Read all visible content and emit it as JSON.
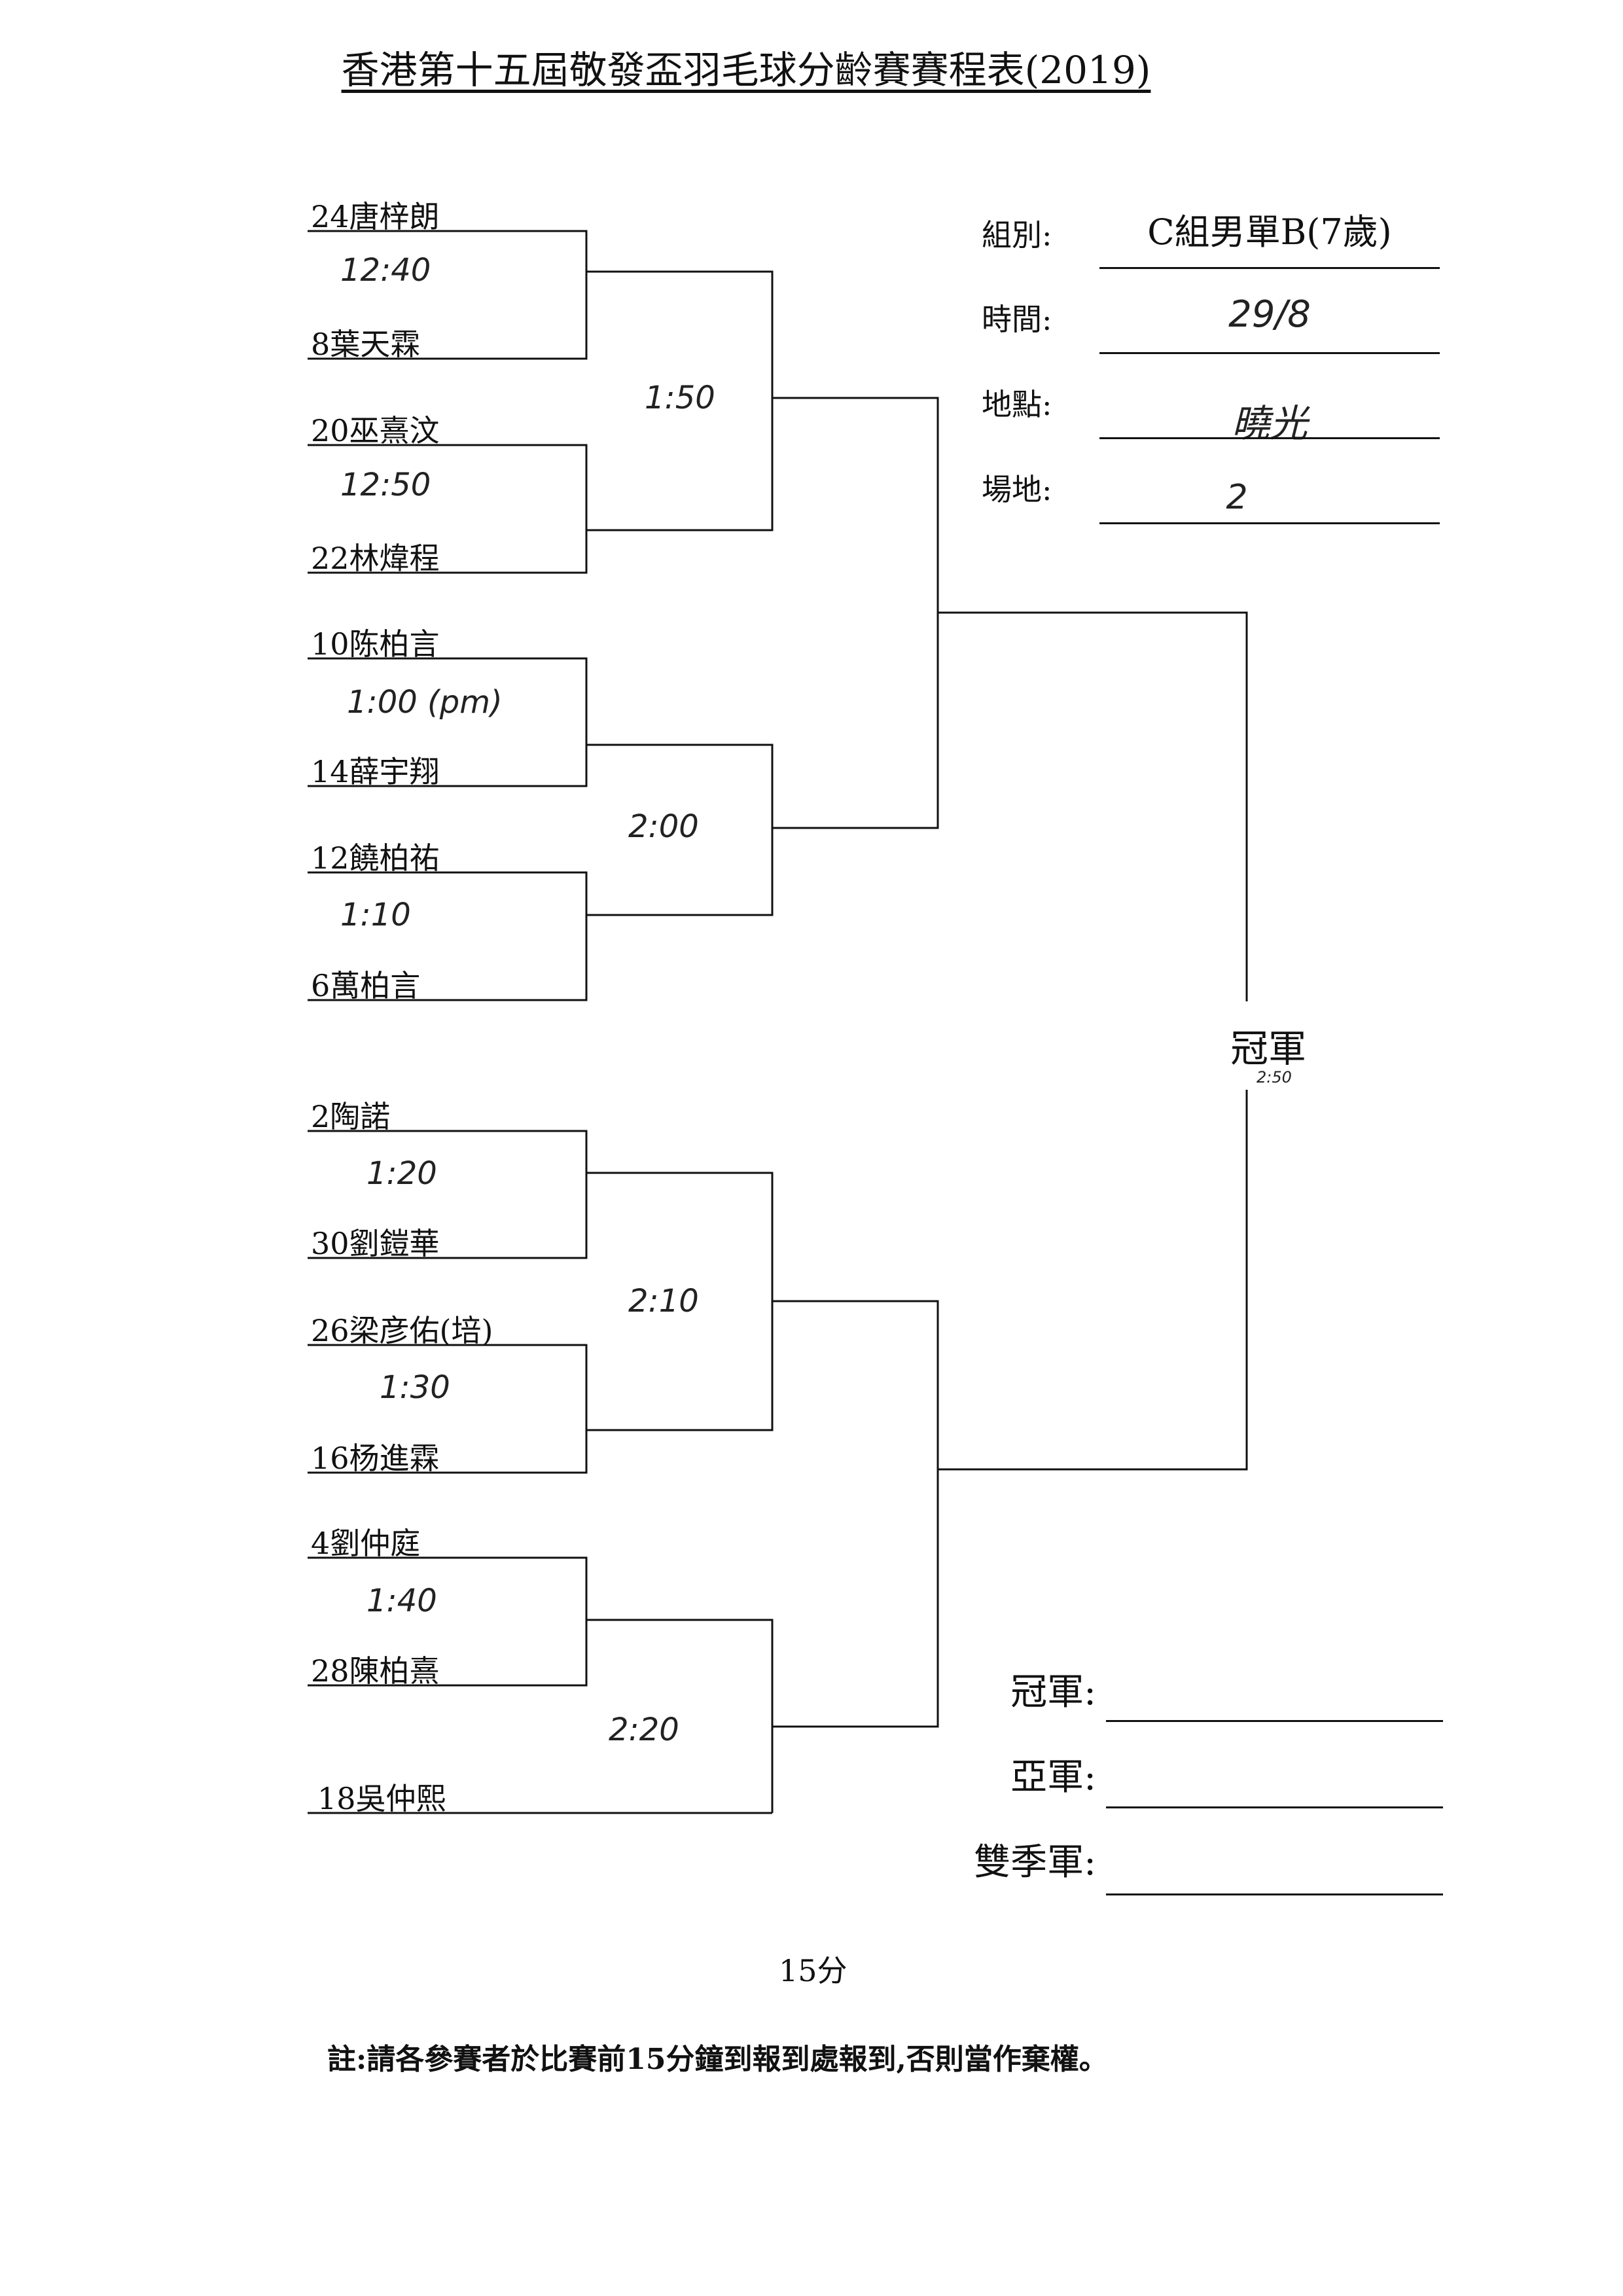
{
  "title": "香港第十五屆敬發盃羽毛球分齡賽賽程表(2019)",
  "info": {
    "group_label": "組別:",
    "group_value": "C組男單B(7歲)",
    "time_label": "時間:",
    "time_value": "29/8",
    "venue_label": "地點:",
    "venue_value": "曉光",
    "court_label": "場地:",
    "court_value": "2"
  },
  "players": [
    "24唐梓朗",
    "8葉天霖",
    "20巫熹汶",
    "22林煒程",
    "10陈柏言",
    "14薛宇翔",
    "12饒柏祐",
    "6萬柏言",
    "2陶諾",
    "30劉鎧華",
    "26梁彦佑(培)",
    "16杨進霖",
    "4劉仲庭",
    "28陳柏熹",
    "18吳仲熙"
  ],
  "times": {
    "r1_m1": "12:40",
    "r1_m2": "12:50",
    "r1_m3": "1:00 (pm)",
    "r1_m4": "1:10",
    "r1_m5": "1:20",
    "r1_m6": "1:30",
    "r1_m7": "1:40",
    "r2_m1": "1:50",
    "r2_m2": "2:00",
    "r2_m3": "2:10",
    "r2_m4": "2:20",
    "final": "2:50"
  },
  "champion_label": "冠軍",
  "results": {
    "champion": "冠軍:",
    "runner_up": "亞軍:",
    "third": "雙季軍:"
  },
  "interval": "15分",
  "note": "註:請各參賽者於比賽前15分鐘到報到處報到,否則當作棄權。"
}
